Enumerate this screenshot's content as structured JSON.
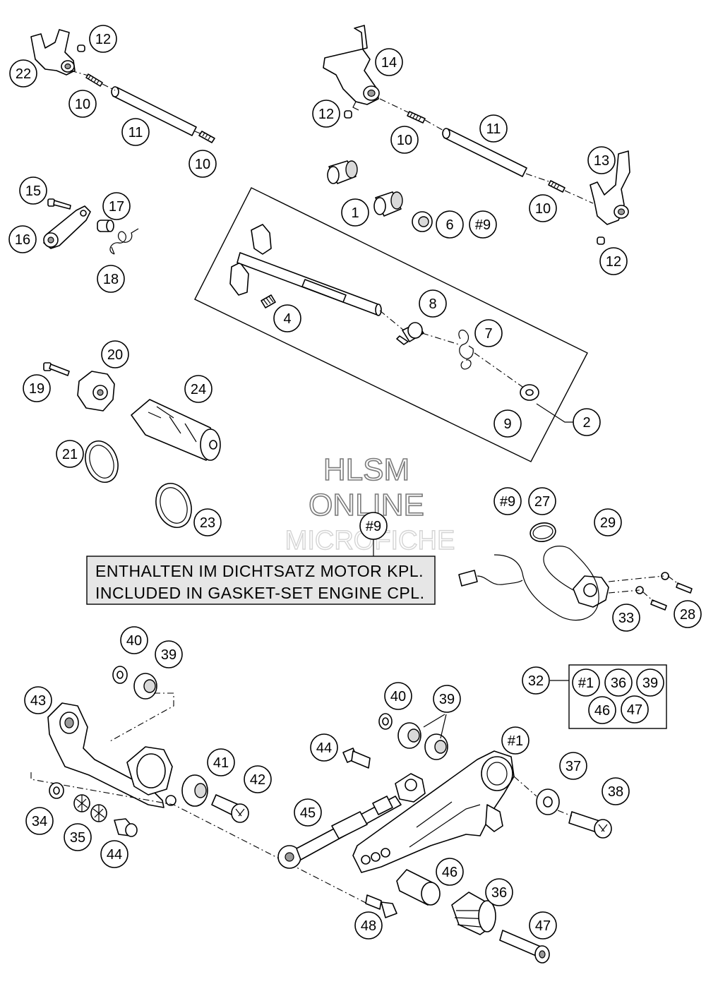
{
  "callouts": [
    {
      "id": "c-22",
      "label": "22"
    },
    {
      "id": "c-12a",
      "label": "12"
    },
    {
      "id": "c-10a",
      "label": "10"
    },
    {
      "id": "c-11a",
      "label": "11"
    },
    {
      "id": "c-10b",
      "label": "10"
    },
    {
      "id": "c-14",
      "label": "14"
    },
    {
      "id": "c-12b",
      "label": "12"
    },
    {
      "id": "c-10c",
      "label": "10"
    },
    {
      "id": "c-11b",
      "label": "11"
    },
    {
      "id": "c-13",
      "label": "13"
    },
    {
      "id": "c-10d",
      "label": "10"
    },
    {
      "id": "c-12c",
      "label": "12"
    },
    {
      "id": "c-1",
      "label": "1"
    },
    {
      "id": "c-6",
      "label": "6"
    },
    {
      "id": "c-9a",
      "label": "#9"
    },
    {
      "id": "c-15",
      "label": "15"
    },
    {
      "id": "c-16",
      "label": "16"
    },
    {
      "id": "c-17",
      "label": "17"
    },
    {
      "id": "c-18",
      "label": "18"
    },
    {
      "id": "c-4",
      "label": "4"
    },
    {
      "id": "c-8",
      "label": "8"
    },
    {
      "id": "c-7",
      "label": "7"
    },
    {
      "id": "c-9b",
      "label": "9"
    },
    {
      "id": "c-2",
      "label": "2"
    },
    {
      "id": "c-20",
      "label": "20"
    },
    {
      "id": "c-19",
      "label": "19"
    },
    {
      "id": "c-24",
      "label": "24"
    },
    {
      "id": "c-21",
      "label": "21"
    },
    {
      "id": "c-23",
      "label": "23"
    },
    {
      "id": "c-9c",
      "label": "#9"
    },
    {
      "id": "c-9d",
      "label": "#9"
    },
    {
      "id": "c-27",
      "label": "27"
    },
    {
      "id": "c-29",
      "label": "29"
    },
    {
      "id": "c-33",
      "label": "33"
    },
    {
      "id": "c-28",
      "label": "28"
    },
    {
      "id": "c-40a",
      "label": "40"
    },
    {
      "id": "c-39a",
      "label": "39"
    },
    {
      "id": "c-43",
      "label": "43"
    },
    {
      "id": "c-41",
      "label": "41"
    },
    {
      "id": "c-42",
      "label": "42"
    },
    {
      "id": "c-34",
      "label": "34"
    },
    {
      "id": "c-35",
      "label": "35"
    },
    {
      "id": "c-44a",
      "label": "44"
    },
    {
      "id": "c-40b",
      "label": "40"
    },
    {
      "id": "c-39b",
      "label": "39"
    },
    {
      "id": "c-44b",
      "label": "44"
    },
    {
      "id": "c-1b",
      "label": "#1"
    },
    {
      "id": "c-37",
      "label": "37"
    },
    {
      "id": "c-38",
      "label": "38"
    },
    {
      "id": "c-45",
      "label": "45"
    },
    {
      "id": "c-46a",
      "label": "46"
    },
    {
      "id": "c-36a",
      "label": "36"
    },
    {
      "id": "c-48",
      "label": "48"
    },
    {
      "id": "c-47a",
      "label": "47"
    },
    {
      "id": "c-32",
      "label": "32"
    },
    {
      "id": "c-1c",
      "label": "#1"
    },
    {
      "id": "c-36b",
      "label": "36"
    },
    {
      "id": "c-39c",
      "label": "39"
    },
    {
      "id": "c-46b",
      "label": "46"
    },
    {
      "id": "c-47b",
      "label": "47"
    }
  ],
  "note": {
    "line_de": "ENTHALTEN IM DICHTSATZ MOTOR KPL.",
    "line_en": "INCLUDED IN GASKET-SET ENGINE CPL."
  },
  "watermark": {
    "line1": "HLSM",
    "line2": "ONLINE",
    "line3": "MICROFICHE"
  }
}
